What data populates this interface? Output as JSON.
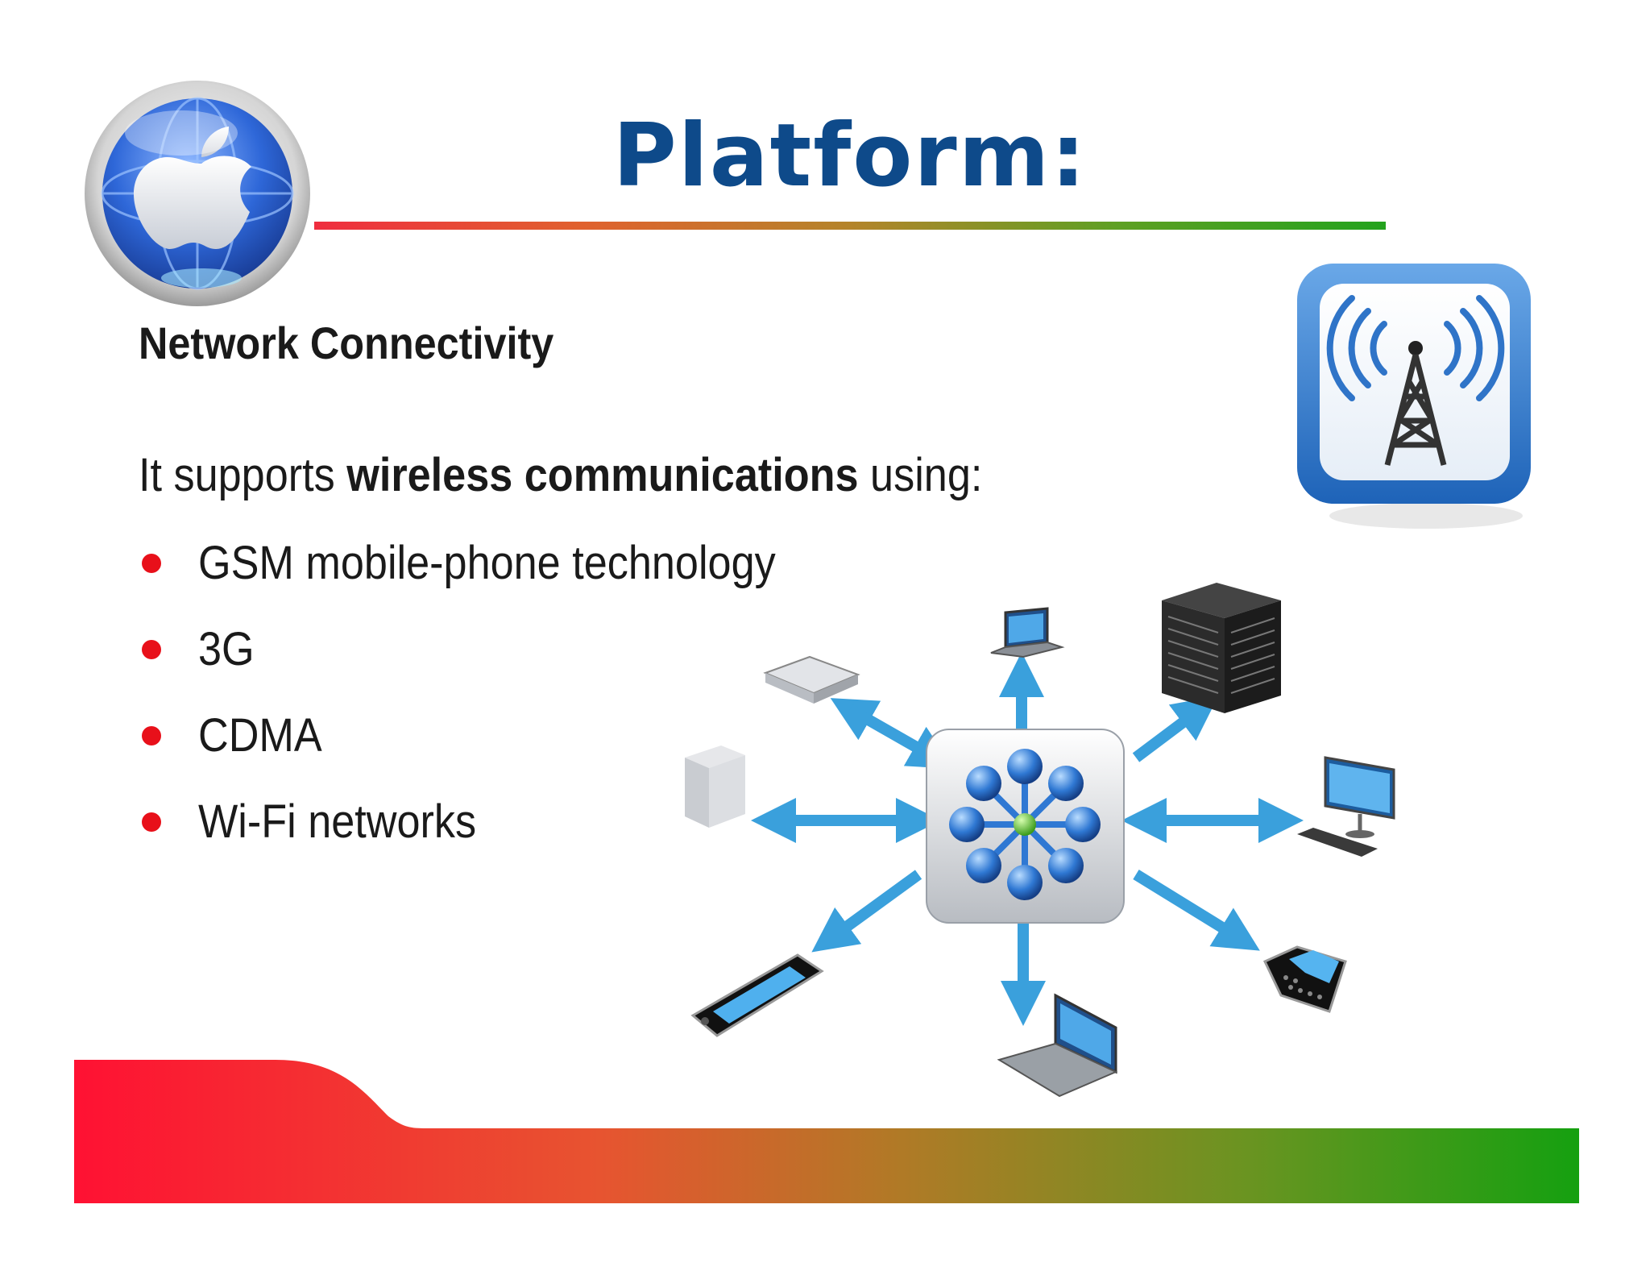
{
  "slide": {
    "title": "Platform:",
    "subheading": "Network Connectivity",
    "intro": {
      "prefix": "It supports ",
      "bold": "wireless communications",
      "suffix": " using:"
    },
    "bullets": [
      "GSM mobile-phone technology",
      "3G",
      "CDMA",
      "Wi-Fi networks"
    ]
  },
  "icons": {
    "logo": "apple-globe-icon",
    "tower": "wireless-tower-icon",
    "hub": "network-hub-icon",
    "devices": [
      "router-icon",
      "laptop-icon",
      "server-rack-icon",
      "hard-drive-icon",
      "monitor-icon",
      "smartphone-icon",
      "laptop-icon",
      "blackberry-phone-icon"
    ]
  },
  "colors": {
    "title": "#0e4a8a",
    "bullet": "#e8101a",
    "gradient_start": "#ff1133",
    "gradient_end": "#15a010",
    "arrow": "#3aa0dc"
  }
}
